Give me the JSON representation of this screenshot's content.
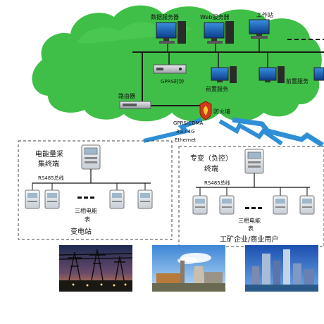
{
  "cloud": {
    "servers": [
      {
        "label": "数据服务器"
      },
      {
        "label": "Web服务器"
      },
      {
        "label": "工作站"
      },
      {
        "label": "GPRS时钟"
      },
      {
        "label": "前置服务"
      },
      {
        "label": "前置服务"
      }
    ]
  },
  "network": {
    "router_label": "路由器",
    "firewall_label": "防火墙",
    "channel_lines": [
      "GPRS/CDMA",
      "3G / 4G",
      "Ethernet"
    ]
  },
  "left_panel": {
    "terminal_lines": [
      "电能量采",
      "集终端"
    ],
    "rs485": "RS485总线",
    "meter_lines": [
      "三相电能",
      "表"
    ],
    "site": "变电站"
  },
  "right_panel": {
    "terminal_lines": [
      "专变（负控）",
      "终端"
    ],
    "rs485": "RS485总线",
    "meter_lines": [
      "三相电能",
      "表"
    ],
    "site": "工矿企业/商业用户"
  },
  "colors": {
    "cloud": "#3fbf47",
    "cloud_dark": "#2fa83a",
    "lightning": "#2e8fd6",
    "firewall": "#d23a1c",
    "dashed_border": "#444444"
  }
}
